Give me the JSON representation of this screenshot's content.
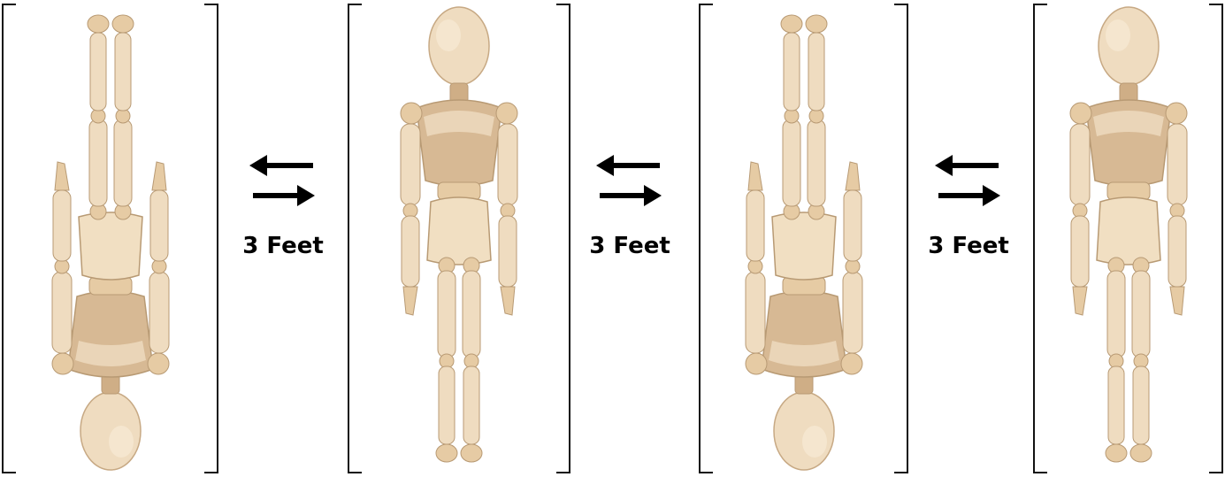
{
  "sequence": {
    "panels": [
      {
        "orientation": "inverted"
      },
      {
        "orientation": "upright"
      },
      {
        "orientation": "inverted"
      },
      {
        "orientation": "upright"
      }
    ],
    "gaps": [
      {
        "label": "3 Feet"
      },
      {
        "label": "3 Feet"
      },
      {
        "label": "3 Feet"
      }
    ]
  },
  "colors": {
    "wood_light": "#f1dfc2",
    "wood_mid": "#e6cba4",
    "wood_shade": "#cfae86",
    "wood_torso": "#d7b994",
    "outline": "#b89a74",
    "line": "#111111"
  }
}
